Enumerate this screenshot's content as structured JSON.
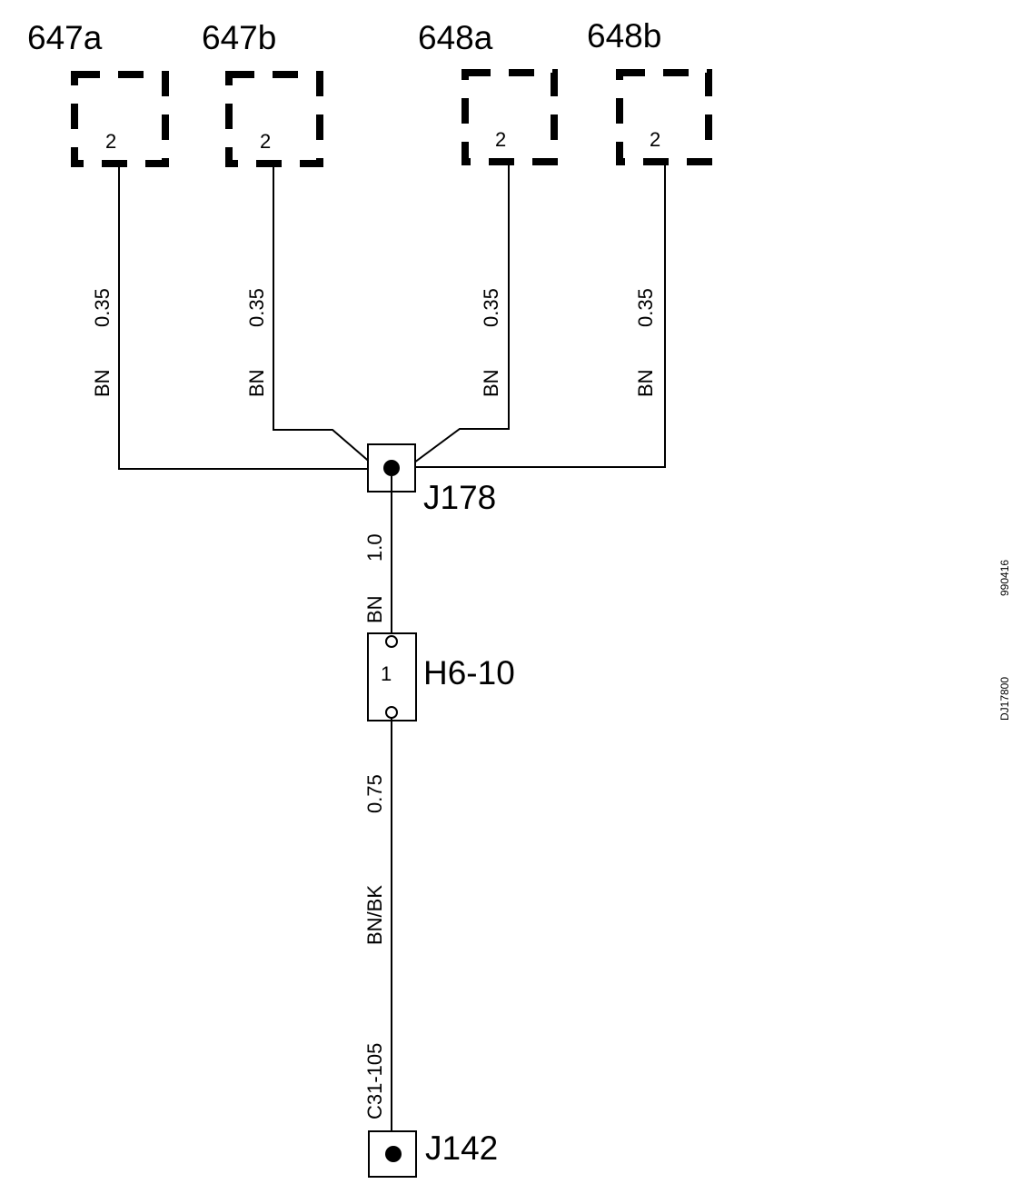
{
  "components": {
    "c647a": {
      "label": "647a",
      "pin": "2"
    },
    "c647b": {
      "label": "647b",
      "pin": "2"
    },
    "c648a": {
      "label": "648a",
      "pin": "2"
    },
    "c648b": {
      "label": "648b",
      "pin": "2"
    }
  },
  "wires": {
    "w647a": {
      "gauge": "0.35",
      "color": "BN"
    },
    "w647b": {
      "gauge": "0.35",
      "color": "BN"
    },
    "w648a": {
      "gauge": "0.35",
      "color": "BN"
    },
    "w648b": {
      "gauge": "0.35",
      "color": "BN"
    },
    "trunk": {
      "gauge": "1.0",
      "color": "BN"
    },
    "lower": {
      "gauge": "0.75",
      "color": "BN/BK",
      "circuit": "C31-105"
    }
  },
  "splices": {
    "j178": {
      "label": "J178"
    },
    "j142": {
      "label": "J142"
    }
  },
  "connector": {
    "label": "H6-10",
    "pin": "1"
  },
  "side_codes": {
    "code_a": "990416",
    "code_b": "DJ17800"
  }
}
